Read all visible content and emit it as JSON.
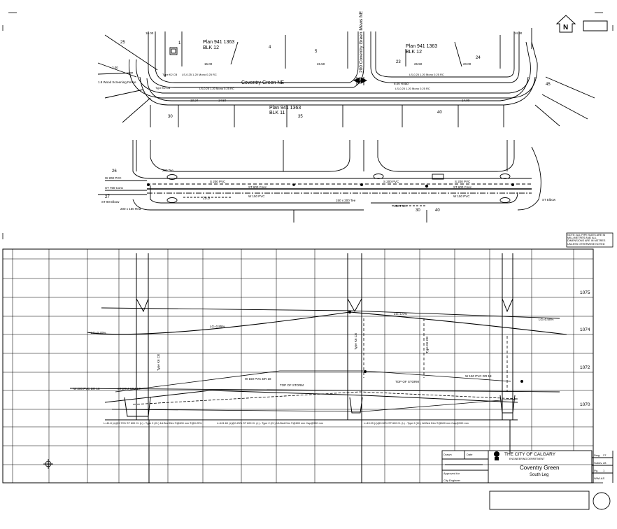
{
  "plan": {
    "lots_top": [
      "25",
      "1",
      "4",
      "5",
      "23",
      "24",
      "45"
    ],
    "lots_bottom": [
      "30",
      "35",
      "40"
    ],
    "plan_labels": [
      {
        "line1": "Plan 941 1363",
        "line2": "BLK 12"
      },
      {
        "line1": "Plan 941 1363",
        "line2": "BLK 12"
      },
      {
        "line1": "Plan 941 1363",
        "line2": "BLK 11"
      }
    ],
    "street_name": "Coventry Green NE",
    "cross_street": "200 Coventry Green Mews NE",
    "fence_note": "1.8 Wood Screening Fence",
    "dims": [
      "16.00",
      "15.00",
      "26.50",
      "14.50",
      "14.00",
      "3.00",
      "20.00",
      "14.90",
      "26.50",
      "13.24",
      "8.00 Road"
    ],
    "sewer_notes": [
      "LS-0.25 1.20 Mono 0.25 RC",
      "LS-0.25 1.20 Mono 0.25 RC",
      "LS-0.25 1.20 Mono 0.25 RC",
      "LS-0.25 1.20 Mono 0.25 RC"
    ],
    "cb_notes": [
      "Type K2 CB",
      "Type K2 CB"
    ]
  },
  "utility": {
    "lots": [
      "26",
      "27",
      "30",
      "40"
    ],
    "main_labels": [
      "S 200 PVC",
      "S 200 PVC",
      "S 200 PVC"
    ],
    "storm_labels": [
      "ST 600 Conc",
      "ST 600 Conc"
    ],
    "water_labels": [
      "W 150 PVC",
      "W 150 PVC"
    ],
    "misc": [
      "W 200 PVC",
      "ST 750 Conc",
      "ST 90 Elbow",
      "200 x 150 Red",
      "200 Tee",
      "150 x 200 Tee",
      "150 PVC",
      "ST Elbow"
    ],
    "dim": "29.0"
  },
  "profile": {
    "elevations": [
      "1075",
      "1074",
      "1072",
      "1070"
    ],
    "road_grades": [
      "LG=1.0%",
      "LG=0.85%",
      "LG=0.70%",
      "LG=0.50%"
    ],
    "storm_labels": [
      "TOP OF STORM",
      "TOP OF STORM"
    ],
    "pipe_labels": [
      "W 150 PVC DR 18",
      "W 150 PVC DR 18",
      "W 200 PVC DR 18",
      "STORM SEWER"
    ],
    "invert_labels": [
      "Type K6 CB",
      "Type K6 CB",
      "Type K6 CB"
    ],
    "bottom_notes": [
      "L=41.8 (±)@0.70% ST 600 Cl. (L) - Type 2 (Cl.) 1A Bed Dim ©@600 mm ©@0.25%",
      "L=101.60 (±)@0.25% ST 600 Cl. (L) - Type 2 (Cl.) 1A Bed Dim ©@600 mm Cap@900 mm",
      "L=49.09 (±)@0.50% ST 600 Cl. (L) - Type 2 (Cl.) 1A Bed Dim ©@600 mm Cap@900 mm"
    ],
    "note_box": "NOTE: ALL PIPE SIZES ARE IN MILLIMETRES AND ALL DIMENSIONS ARE IN METRES UNLESS OTHERWISE NOTED"
  },
  "title_block": {
    "org": "THE CITY OF CALGARY",
    "dept": "ENGINEERING DEPARTMENT",
    "project": "Coventry Green",
    "subtitle": "South Leg",
    "labels": [
      "Drawn",
      "Date",
      "Approved for",
      "City Engineer"
    ],
    "right_labels": [
      "Dwg.",
      "Subdv.",
      "Pg.",
      "WWLAS"
    ],
    "right_values": [
      "27",
      "28",
      "1",
      ""
    ],
    "north": "N"
  }
}
